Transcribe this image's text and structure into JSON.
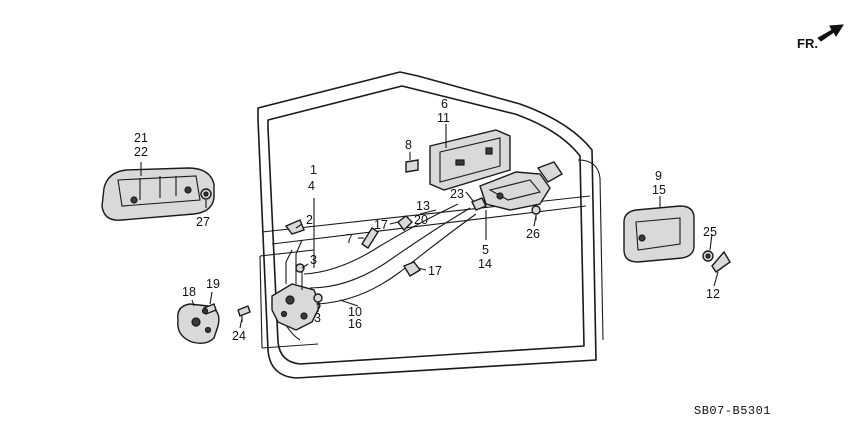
{
  "direction_label": "FR.",
  "diagram_code": "SB07-B5301",
  "callouts": {
    "c1": "1",
    "c2": "2",
    "c3a": "3",
    "c3b": "3",
    "c4": "4",
    "c5": "5",
    "c6": "6",
    "c7": "7",
    "c8": "8",
    "c9": "9",
    "c10": "10",
    "c11": "11",
    "c12": "12",
    "c13": "13",
    "c14": "14",
    "c15": "15",
    "c16": "16",
    "c17a": "17",
    "c17b": "17",
    "c18": "18",
    "c19": "19",
    "c20": "20",
    "c21": "21",
    "c22": "22",
    "c23": "23",
    "c24": "24",
    "c25": "25",
    "c26": "26",
    "c27": "27"
  }
}
